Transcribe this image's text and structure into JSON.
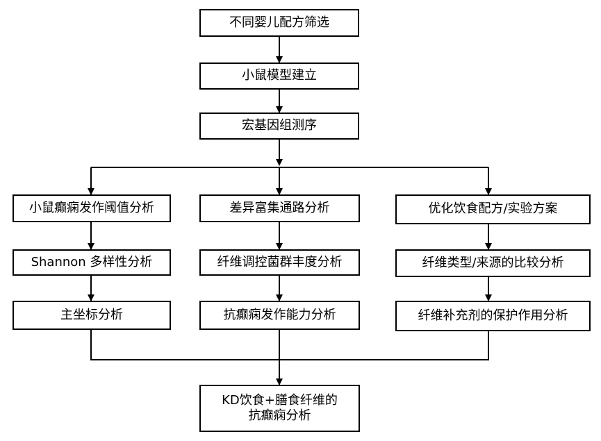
{
  "colors": {
    "line": "#000000",
    "box_border": "#000000",
    "box_fill": "#ffffff",
    "text": "#000000"
  },
  "steps": {
    "screening": "不同婴儿配方筛选",
    "model": "小鼠模型建立",
    "sequencing": "宏基因组测序"
  },
  "branches": {
    "left": {
      "b1": "小鼠癫痫发作阈值分析",
      "b2": "Shannon 多样性分析",
      "b3": "主坐标分析"
    },
    "middle": {
      "b1": "差异富集通路分析",
      "b2": "纤维调控菌群丰度分析",
      "b3": "抗癫痫发作能力分析"
    },
    "right": {
      "b1": "优化饮食配方/实验方案",
      "b2": "纤维类型/来源的比较分析",
      "b3": "纤维补充剂的保护作用分析"
    }
  },
  "final": {
    "line1": "KD饮食+膳食纤维的",
    "line2": "抗癫痫分析"
  }
}
